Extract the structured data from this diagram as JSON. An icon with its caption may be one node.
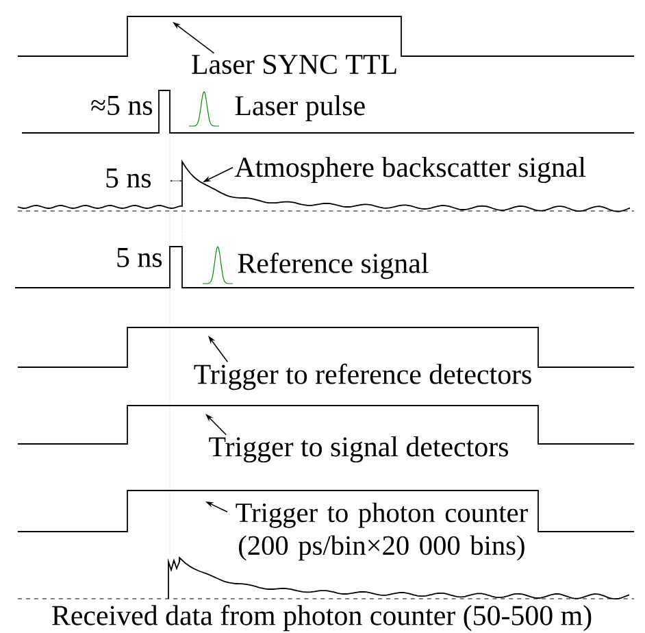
{
  "diagram": {
    "nodes": [
      {
        "text": [
          "Laser SYNC TTL"
        ]
      },
      {
        "text": [],
        "shape": "picture"
      },
      {
        "text": [
          "Atmosphere backscatter signal"
        ]
      },
      {
        "text": [],
        "shape": "picture"
      },
      {
        "text": [
          "Trigger to reference detectors"
        ]
      },
      {
        "text": [],
        "shape": "picture"
      },
      {
        "text": [
          "Trigger to signal detectors"
        ]
      },
      {
        "text": [],
        "shape": "picture"
      },
      {
        "text": [
          "Trigger to photon counter (200 ps/bin×20 000 bins)"
        ]
      },
      {
        "text": [],
        "shape": "picture"
      }
    ],
    "edges": [
      {
        "from": 0,
        "to": 1,
        "arrow": "to"
      },
      {
        "from": 2,
        "to": 3,
        "arrow": "to"
      },
      {
        "from": 4,
        "to": 5,
        "arrow": "to"
      },
      {
        "from": 6,
        "to": 7,
        "arrow": "to"
      },
      {
        "from": 8,
        "to": 9,
        "arrow": "to"
      }
    ],
    "labels": [
      "≈5 ns",
      "Laser pulse",
      "5 ns",
      "5 ns",
      "Reference signal",
      "Received data from photon counter (50-500 m)"
    ]
  }
}
